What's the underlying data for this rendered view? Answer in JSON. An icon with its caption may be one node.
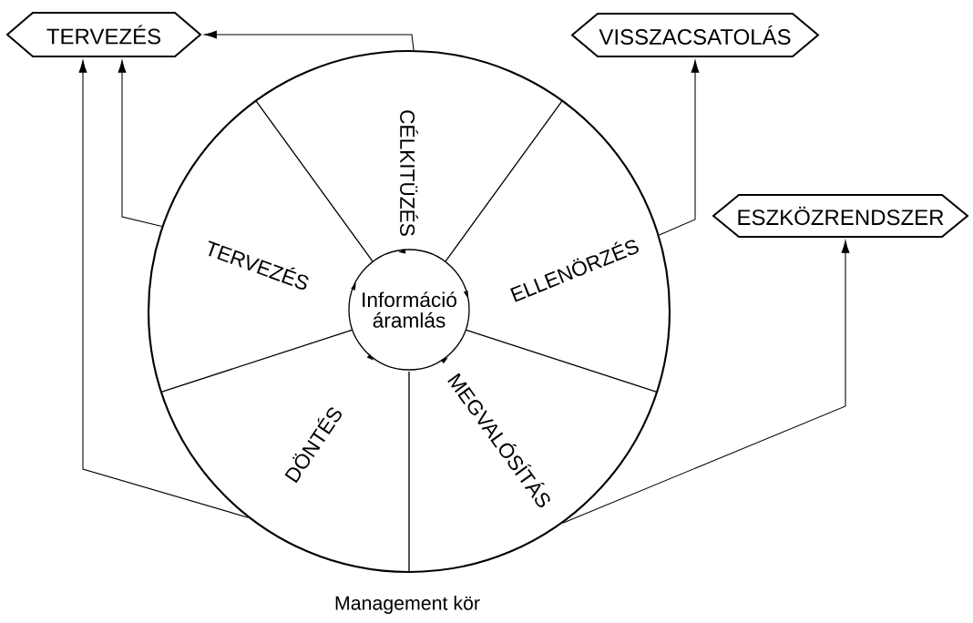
{
  "diagram": {
    "caption": "Management kör",
    "nodes": [
      {
        "text": [
          "TERVEZÉS"
        ]
      },
      {
        "text": [
          "VISSZACSATOLÁS"
        ]
      },
      {
        "text": [
          "ESZKÖZRENDSZER"
        ]
      },
      {
        "text": [],
        "shape": "circle"
      },
      {
        "text": [
          "CÉLKITÜZÉS"
        ],
        "in": 3
      },
      {
        "text": [
          "TERVEZÉS"
        ],
        "in": 3
      },
      {
        "text": [
          "ELLENÖRZÉS"
        ],
        "in": 3
      },
      {
        "text": [
          "Információ áramlás"
        ],
        "in": 3
      },
      {
        "text": [
          "MEGVALÓSÍTÁS"
        ],
        "in": 3
      },
      {
        "text": [
          "DÖNTÉS"
        ],
        "in": 3
      }
    ],
    "edges": [
      {
        "from": 4,
        "to": 0,
        "arrow": "to"
      },
      {
        "from": 5,
        "to": 0,
        "arrow": "to"
      },
      {
        "from": 9,
        "to": 0,
        "arrow": "to"
      },
      {
        "from": 6,
        "to": 1,
        "arrow": "to"
      },
      {
        "from": 8,
        "to": 2,
        "arrow": "to"
      }
    ]
  }
}
